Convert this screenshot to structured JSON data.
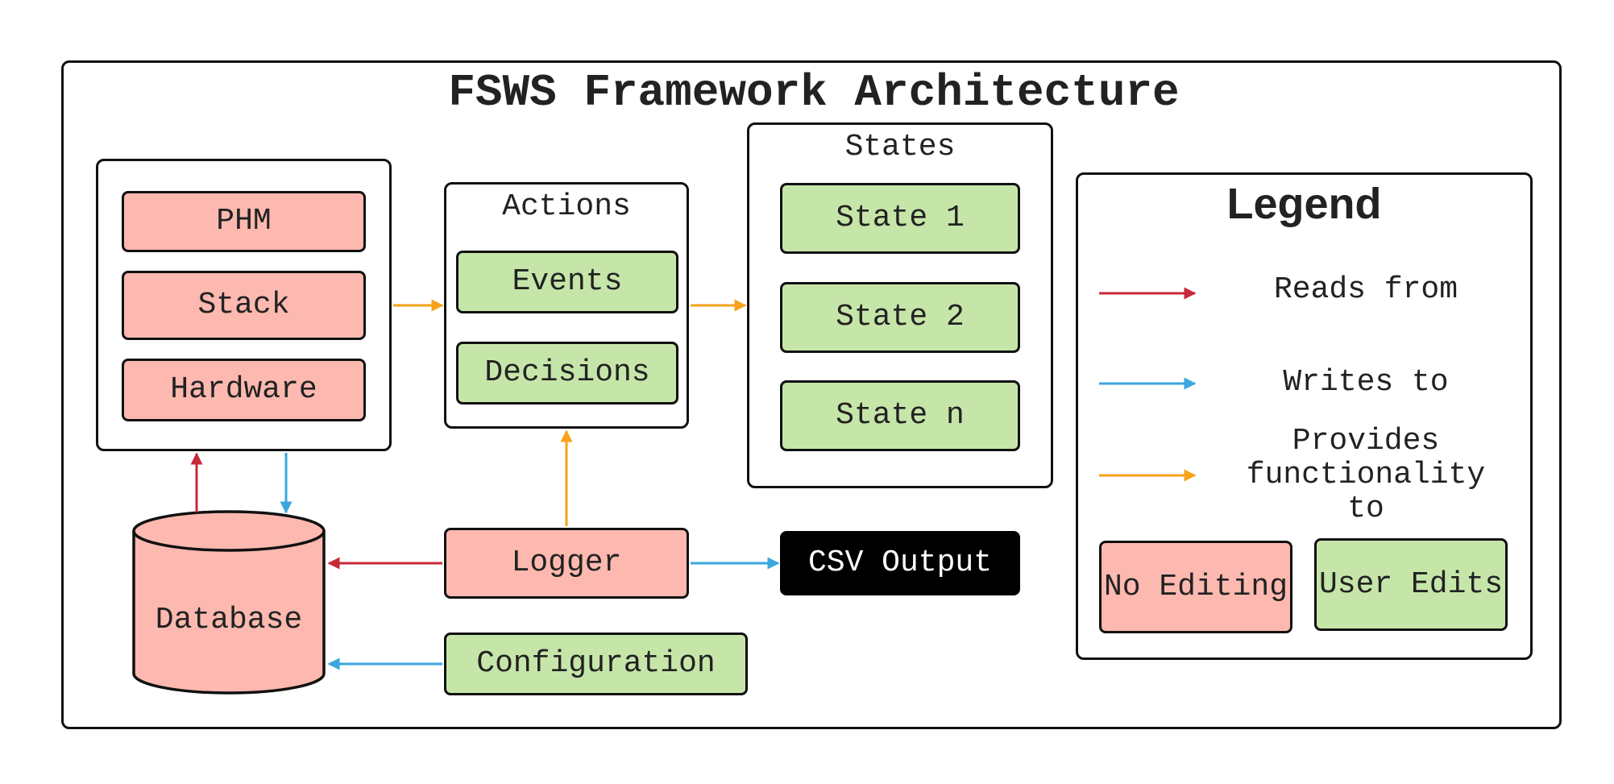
{
  "title": "FSWS Framework Architecture",
  "components": {
    "phm": "PHM",
    "stack": "Stack",
    "hardware": "Hardware"
  },
  "actions": {
    "title": "Actions",
    "events": "Events",
    "decisions": "Decisions"
  },
  "states": {
    "title": "States",
    "items": [
      "State 1",
      "State 2",
      "State n"
    ]
  },
  "database": "Database",
  "logger": "Logger",
  "csv_output": "CSV Output",
  "configuration": "Configuration",
  "legend": {
    "title": "Legend",
    "reads_from": "Reads from",
    "writes_to": "Writes to",
    "provides_functionality": "Provides functionality to",
    "no_editing": "No Editing",
    "user_edits": "User Edits"
  },
  "colors": {
    "reads": "#c8283a",
    "writes": "#3aa6dc",
    "provides": "#f7a21b",
    "no_editing_fill": "#fdb9b0",
    "user_edits_fill": "#c6e6a9"
  }
}
